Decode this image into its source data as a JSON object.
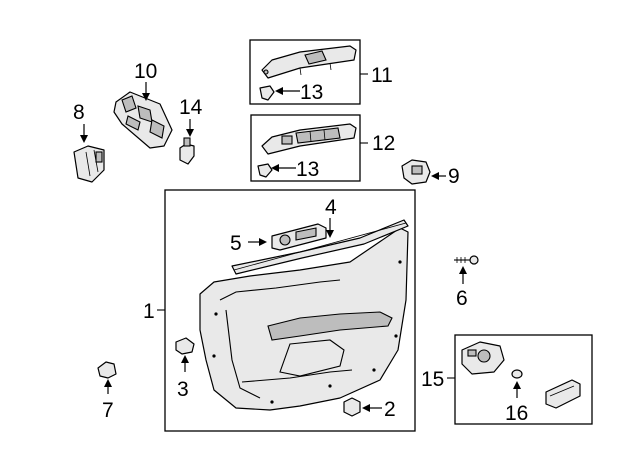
{
  "callouts": {
    "c1": "1",
    "c2": "2",
    "c3": "3",
    "c4": "4",
    "c5": "5",
    "c6": "6",
    "c7": "7",
    "c8": "8",
    "c9": "9",
    "c10": "10",
    "c11": "11",
    "c12": "12",
    "c13a": "13",
    "c13b": "13",
    "c14": "14",
    "c15": "15",
    "c16": "16"
  },
  "colors": {
    "line": "#000000",
    "fill": "#e9e9e9",
    "background": "#ffffff"
  }
}
